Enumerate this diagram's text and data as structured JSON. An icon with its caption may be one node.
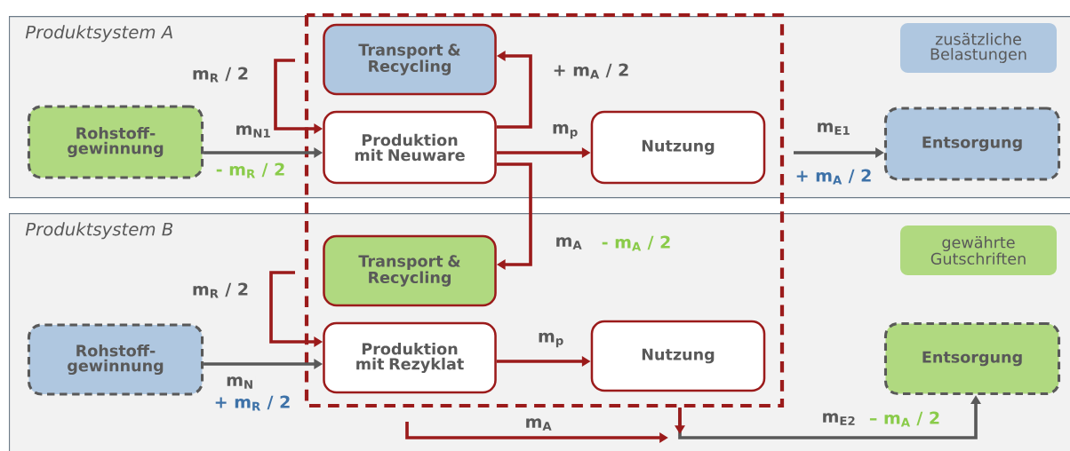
{
  "diagram": {
    "nodes": [
      {
        "text": [
          "Produktsystem A"
        ]
      },
      {
        "text": [
          "Rohstoff-gewinnung"
        ],
        "in": 0
      },
      {
        "text": [
          "Transport & Recycling"
        ],
        "in": 0
      },
      {
        "text": [
          "Produktion mit Neuware"
        ],
        "in": 0
      },
      {
        "text": [
          "Nutzung"
        ],
        "in": 0
      },
      {
        "text": [
          "Entsorgung"
        ],
        "in": 0
      },
      {
        "text": [
          "Produktsystem B"
        ]
      },
      {
        "text": [
          "Rohstoff-gewinnung"
        ],
        "in": 6
      },
      {
        "text": [
          "Transport & Recycling"
        ],
        "in": 6
      },
      {
        "text": [
          "Produktion mit Rezyklat"
        ],
        "in": 6
      },
      {
        "text": [
          "Nutzung"
        ],
        "in": 6
      },
      {
        "text": [
          "Entsorgung"
        ],
        "in": 6
      }
    ],
    "edges": [
      {
        "from": 1,
        "to": 3,
        "arrow": "to",
        "label": "m$_{N1}$",
        "color": "#595959"
      },
      {
        "from": null,
        "to": 3,
        "arrow": "to",
        "label": "m$_{R}$ / 2"
      },
      {
        "from": 3,
        "to": 2,
        "arrow": "to",
        "label": "+ m$_{A}$ / 2"
      },
      {
        "from": 3,
        "to": 4,
        "arrow": "to",
        "label": "m$_{p}$"
      },
      {
        "from": null,
        "to": 5,
        "arrow": "to",
        "label": "m$_{E1}$",
        "color": "#595959"
      },
      {
        "from": 3,
        "to": 8,
        "arrow": "to",
        "label": "m$_{A}$"
      },
      {
        "from": null,
        "to": 9,
        "arrow": "to",
        "label": "m$_{R}$ / 2"
      },
      {
        "from": 7,
        "to": 9,
        "arrow": "to",
        "label": "m$_{N}$",
        "color": "#595959"
      },
      {
        "from": 9,
        "to": 10,
        "arrow": "to",
        "label": "m$_{p}$"
      },
      {
        "from": null,
        "to": 11,
        "arrow": "to",
        "label": "m$_{E2}$",
        "color": "#595959"
      }
    ],
    "labels": [
      "- m$_{R}$ / 2",
      "+ m$_{A}$ / 2",
      "- m$_{A}$ / 2",
      "+ m$_{R}$ / 2",
      "m$_{A}$",
      "– m$_{A}$ / 2"
    ],
    "legend": [
      {
        "text": "zusätzliche Belastungen",
        "color": "#afc7e0"
      },
      {
        "text": "gewährte Gutschriften",
        "color": "#b0d980"
      }
    ]
  }
}
